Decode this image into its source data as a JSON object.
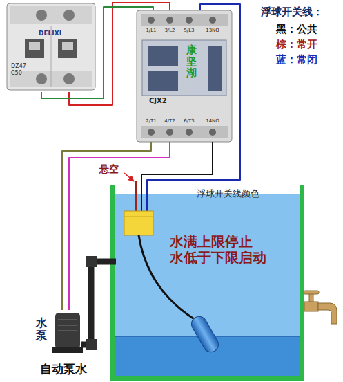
{
  "diagram": {
    "nodes": [
      {
        "text": [
          "DELIXI",
          "DZ47",
          "C50"
        ]
      },
      {
        "text": [
          "CJX2"
        ]
      },
      {
        "text": [
          "浮球开关线颜色",
          "水满上限停止 水低于下限启动"
        ]
      },
      {
        "text": [
          "水泵"
        ]
      }
    ],
    "edges": [
      {
        "from": 0,
        "to": 1,
        "arrow": "none"
      },
      {
        "from": 0,
        "to": 1,
        "arrow": "none"
      },
      {
        "from": 1,
        "to": 3,
        "arrow": "none"
      },
      {
        "from": 1,
        "to": 3,
        "arrow": "none"
      },
      {
        "from": 1,
        "to": 2,
        "arrow": "none"
      },
      {
        "from": 1,
        "to": 2,
        "arrow": "none"
      }
    ],
    "labels": [
      "1/L1",
      "3/L2",
      "5/L3",
      "13NO",
      "2/T1",
      "4/T2",
      "6/T3",
      "14NO",
      "康坚湖",
      "悬空",
      "自动泵水",
      "浮球开关线："
    ],
    "legend": [
      {
        "text": "黑：公共",
        "color": "#111111"
      },
      {
        "text": "棕：常开",
        "color": "#a0201a"
      },
      {
        "text": "蓝：常闭",
        "color": "#1a2ab0"
      }
    ]
  }
}
